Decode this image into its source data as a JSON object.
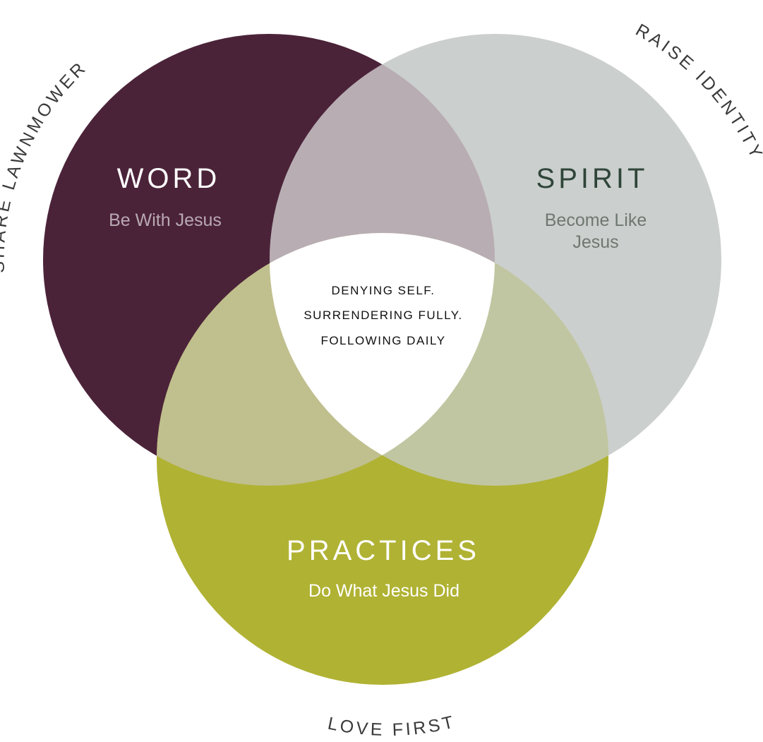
{
  "colors": {
    "word": "#4b2339",
    "spirit": "#cbcfcd",
    "practices": "#b0b233",
    "word_spirit": "#b8adb3",
    "word_practices": "#c0bf8e",
    "spirit_practices": "#c1c6a2",
    "center": "#ffffff"
  },
  "circles": {
    "word": {
      "title": "WORD",
      "subtitle": "Be With Jesus"
    },
    "spirit": {
      "title": "SPIRIT",
      "subtitle_line1": "Become Like",
      "subtitle_line2": "Jesus"
    },
    "practices": {
      "title": "PRACTICES",
      "subtitle": "Do What Jesus Did"
    }
  },
  "center": {
    "lines": [
      "DENYING SELF.",
      "SURRENDERING FULLY.",
      "FOLLOWING DAILY"
    ]
  },
  "outer_labels": {
    "word": "SHARE LAWNMOWER",
    "spirit": "RAISE IDENTITY",
    "practices": "LOVE FIRST"
  }
}
